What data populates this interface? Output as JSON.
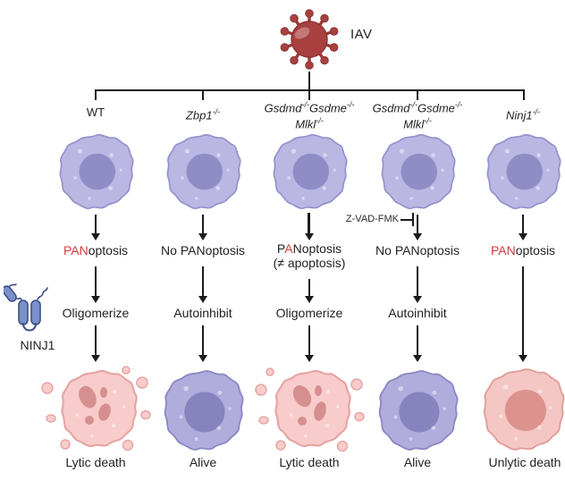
{
  "virus": {
    "label": "IAV"
  },
  "ninj1": {
    "label": "NINJ1"
  },
  "inhibitor": {
    "label": "Z-VAD-FMK"
  },
  "columns": [
    {
      "genotype": "WT",
      "outcome_red": "PAN",
      "outcome_rest": "optosis",
      "mechanism": "Oligomerize",
      "fate": "Lytic death"
    },
    {
      "genotype_gene": "Zbp1",
      "genotype_sup": "-/-",
      "outcome_plain": "No PANoptosis",
      "mechanism": "Autoinhibit",
      "fate": "Alive"
    },
    {
      "genotype_gene1": "Gsdmd",
      "genotype_sup1": "-/-",
      "genotype_gene2": "Gsdme",
      "genotype_sup2": "-/-",
      "genotype_gene3": "Mlkl",
      "genotype_sup3": "-/-",
      "outcome_p": "P",
      "outcome_a": "A",
      "outcome_rest": "Noptosis",
      "outcome_note": "(≠ apoptosis)",
      "mechanism": "Oligomerize",
      "fate": "Lytic death"
    },
    {
      "genotype_gene1": "Gsdmd",
      "genotype_sup1": "-/-",
      "genotype_gene2": "Gsdme",
      "genotype_sup2": "-/-",
      "genotype_gene3": "Mlkl",
      "genotype_sup3": "-/-",
      "outcome_plain": "No PANoptosis",
      "mechanism": "Autoinhibit",
      "fate": "Alive"
    },
    {
      "genotype_gene": "Ninj1",
      "genotype_sup": "-/-",
      "outcome_red": "PAN",
      "outcome_rest": "optosis",
      "fate": "Unlytic death"
    }
  ],
  "colors": {
    "virus_red": "#a84040",
    "text_red": "#d23b3b",
    "healthy_cell_body": "#bab7e3",
    "healthy_cell_nucleus": "#908dc6",
    "lytic_cell_body": "#f8cccb",
    "lytic_cell_debris": "#d68f8f",
    "unlytic_cell_body": "#f4c7c4",
    "ninj1_blue": "#7b90c8",
    "line_black": "#1b1b1b"
  }
}
